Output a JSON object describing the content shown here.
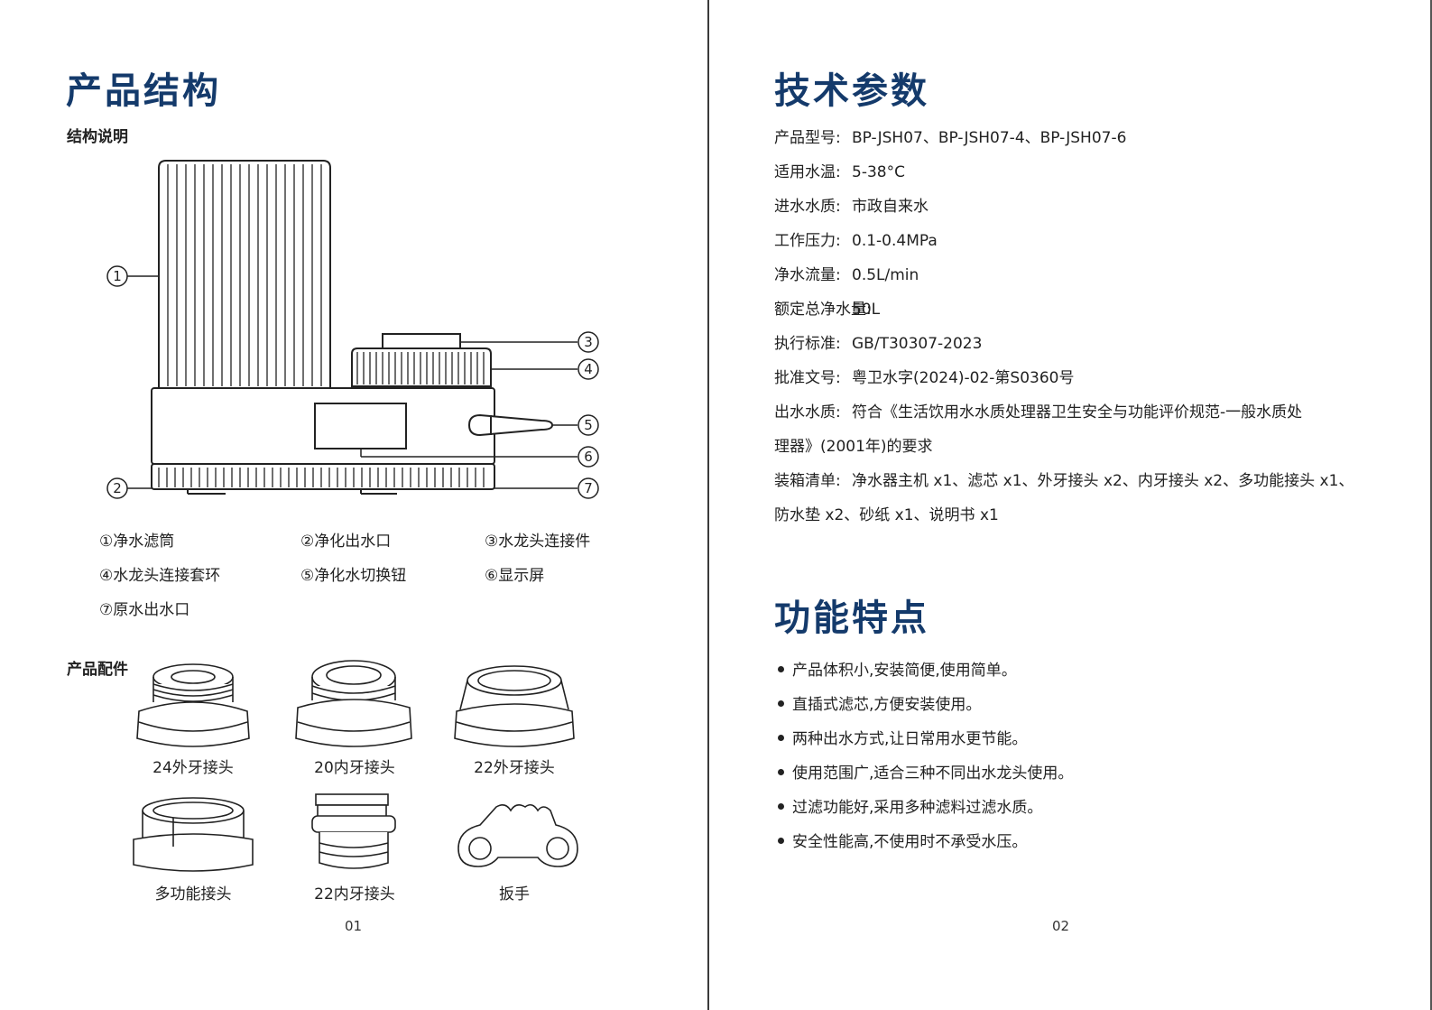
{
  "left": {
    "title": "产品结构",
    "structure_heading": "结构说明",
    "callouts": [
      "1",
      "2",
      "3",
      "4",
      "5",
      "6",
      "7"
    ],
    "legend": [
      {
        "num": "①",
        "label": "净水滤筒"
      },
      {
        "num": "②",
        "label": "净化出水口"
      },
      {
        "num": "③",
        "label": "水龙头连接件"
      },
      {
        "num": "④",
        "label": "水龙头连接套环"
      },
      {
        "num": "⑤",
        "label": "净化水切换钮"
      },
      {
        "num": "⑥",
        "label": "显示屏"
      },
      {
        "num": "⑦",
        "label": "原水出水口"
      }
    ],
    "accessories_heading": "产品配件",
    "accessories": [
      "24外牙接头",
      "20内牙接头",
      "22外牙接头",
      "多功能接头",
      "22内牙接头",
      "扳手"
    ],
    "page_number": "01"
  },
  "right": {
    "title": "技术参数",
    "specs": [
      {
        "key": "产品型号:",
        "value": "BP-JSH07、BP-JSH07-4、BP-JSH07-6"
      },
      {
        "key": "适用水温:",
        "value": "5-38°C"
      },
      {
        "key": "进水水质:",
        "value": "市政自来水"
      },
      {
        "key": "工作压力:",
        "value": "0.1-0.4MPa"
      },
      {
        "key": "净水流量:",
        "value": "0.5L/min"
      },
      {
        "key": "额定总净水量:",
        "value": "50L"
      },
      {
        "key": "执行标准:",
        "value": "GB/T30307-2023"
      },
      {
        "key": "批准文号:",
        "value": "粤卫水字(2024)-02-第S0360号"
      },
      {
        "key": "出水水质:",
        "value": "符合《生活饮用水水质处理器卫生安全与功能评价规范-一般水质处",
        "value2": "理器》(2001年)的要求"
      },
      {
        "key": "装箱清单:",
        "value": "净水器主机 x1、滤芯 x1、外牙接头 x2、内牙接头 x2、多功能接头 x1、",
        "value2": "防水垫 x2、砂纸 x1、说明书 x1"
      }
    ],
    "features_title": "功能特点",
    "features": [
      "产品体积小,安装简便,使用简单。",
      "直插式滤芯,方便安装使用。",
      "两种出水方式,让日常用水更节能。",
      "使用范围广,适合三种不同出水龙头使用。",
      "过滤功能好,采用多种滤料过滤水质。",
      "安全性能高,不使用时不承受水压。"
    ],
    "page_number": "02"
  }
}
